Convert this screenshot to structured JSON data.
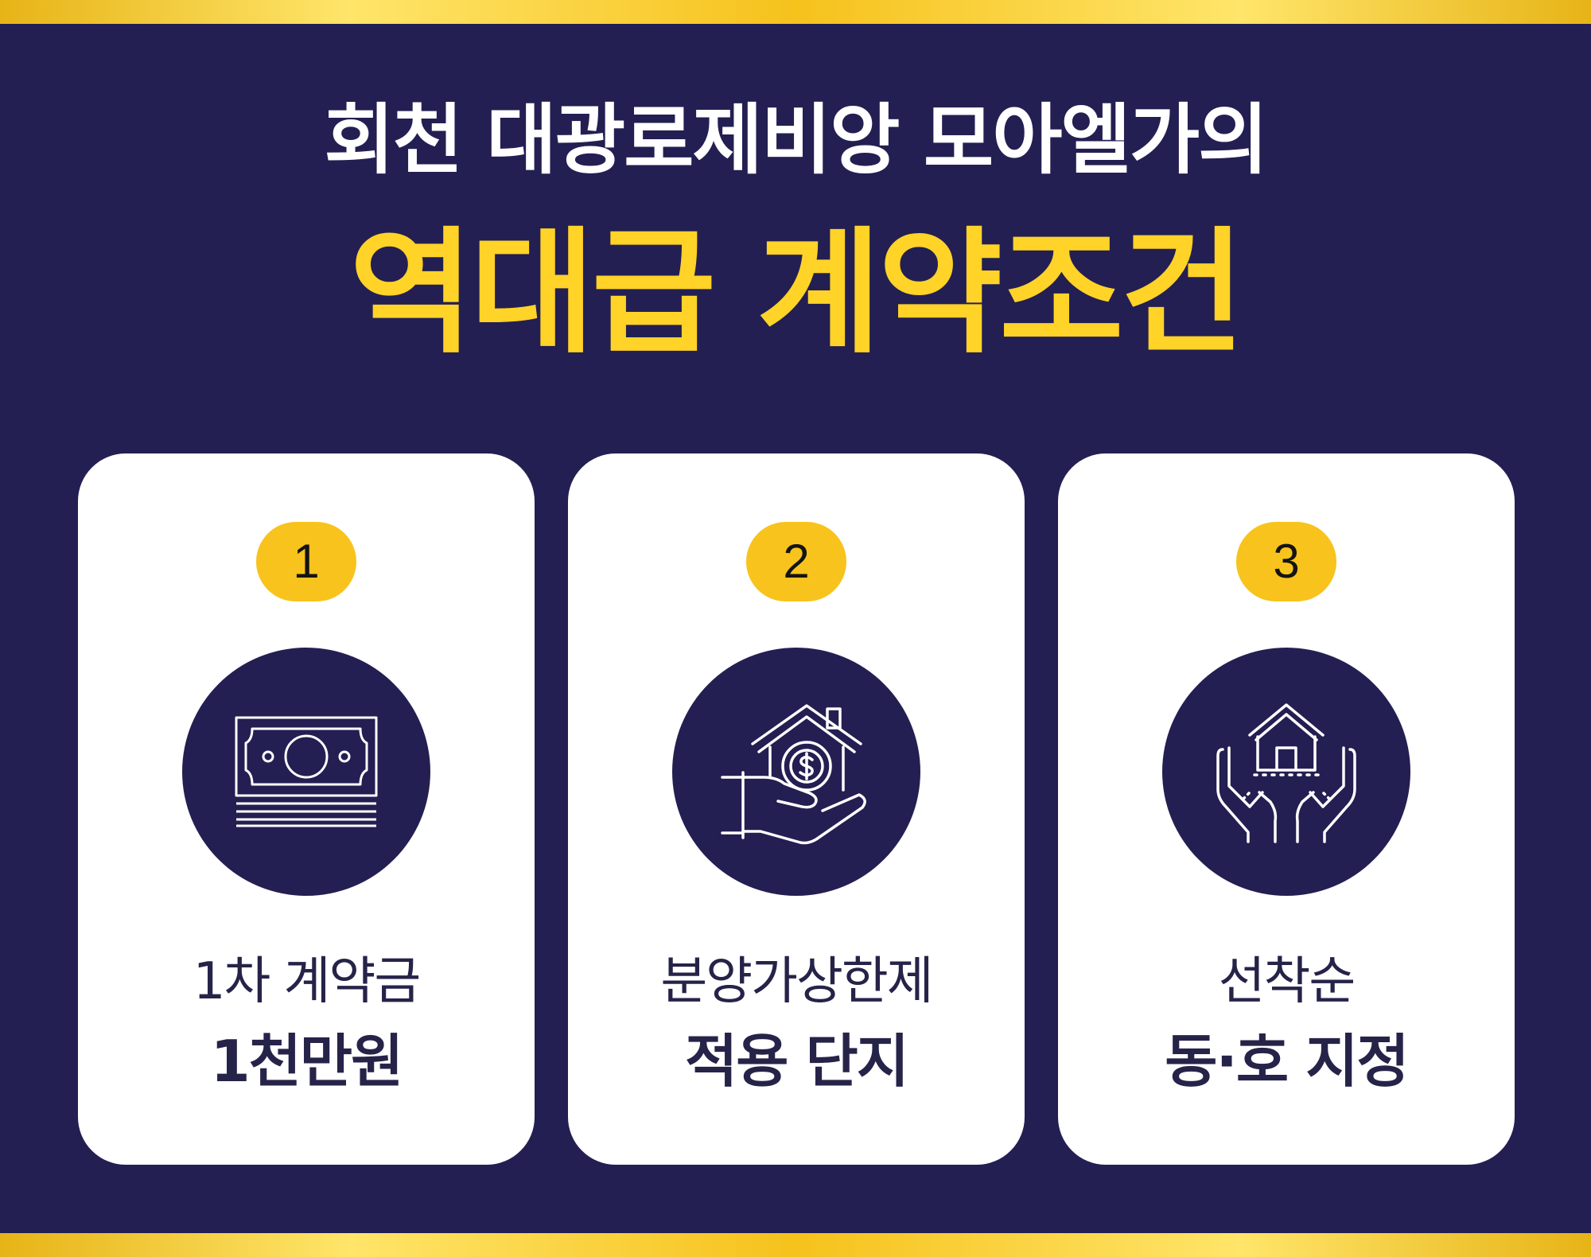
{
  "header": {
    "headline": "회천 대광로제비앙 모아엘가의",
    "highlight": "역대급 계약조건"
  },
  "colors": {
    "background": "#231f52",
    "accent_gold": "#ffd327",
    "badge": "#f8c31c",
    "card": "#ffffff",
    "card_text": "#262349"
  },
  "cards": [
    {
      "number": "1",
      "icon": "money-stack-icon",
      "line1": "1차 계약금",
      "line2": "1천만원"
    },
    {
      "number": "2",
      "icon": "house-dollar-hand-icon",
      "line1": "분양가상한제",
      "line2": "적용 단지"
    },
    {
      "number": "3",
      "icon": "hands-house-icon",
      "line1": "선착순",
      "line2": "동·호 지정"
    }
  ]
}
